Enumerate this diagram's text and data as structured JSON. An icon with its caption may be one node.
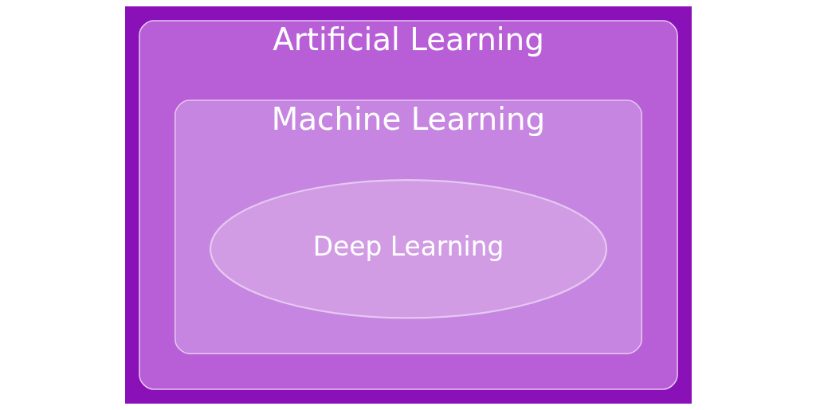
{
  "diagram": {
    "nodes": [
      {
        "text": [
          "Artificial Learning"
        ]
      },
      {
        "text": [
          "Machine Learning"
        ],
        "in": 0
      },
      {
        "text": [
          "Deep Learning"
        ],
        "in": 1
      }
    ],
    "edges": []
  }
}
